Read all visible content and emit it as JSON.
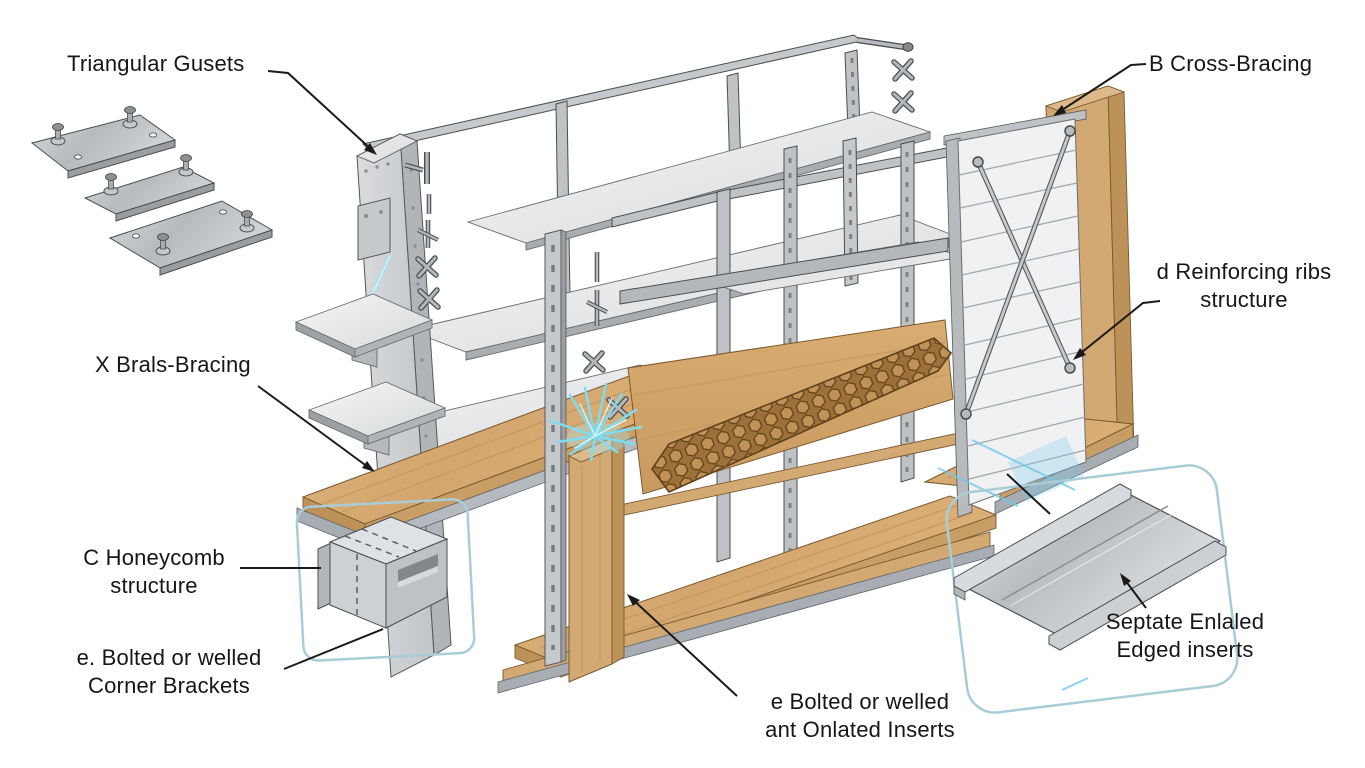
{
  "diagram": {
    "subject": "Reinforced shelving unit technical illustration",
    "labels": {
      "triangular_gussets": "Triangular Gusets",
      "cross_bracing": "B Cross-Bracing",
      "reinforcing_ribs": "d Reinforcing ribs\nstructure",
      "x_bracing": "X Brals-Bracing",
      "honeycomb": "C Honeycomb\nstructure",
      "corner_brackets": "e. Bolted or welled\nCorner Brackets",
      "onlated_inserts": "e Bolted or welled\nant Onlated Inserts",
      "edged_inserts": "Septate Enlaled\nEdged inserts"
    },
    "colors": {
      "background": "#ffffff",
      "label_text": "#161616",
      "leader_line": "#1a1a1a",
      "wood": "#d7ad77",
      "wood_dark": "#bd9258",
      "metal": "#c6c9cc",
      "metal_light": "#eceeef",
      "slat_panel": "#f0f1f2",
      "honeycomb_fill": "#9c7038",
      "honeycomb_cell": "#c19257",
      "detail_outline": "#a9cdd8",
      "weld_spark": "#7edcf2"
    }
  }
}
